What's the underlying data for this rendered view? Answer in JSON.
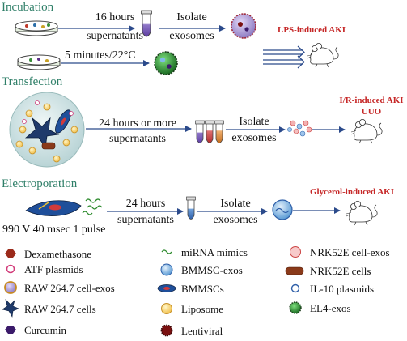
{
  "sections": {
    "incubation": "Incubation",
    "transfection": "Transfection",
    "electroporation": "Electroporation"
  },
  "incubation": {
    "step1_top": "16 hours",
    "step1_bottom": "supernatants",
    "step2_top": "Isolate",
    "step2_bottom": "exosomes",
    "step3": "5 minutes/22°C",
    "model": "LPS-induced AKI"
  },
  "transfection": {
    "step1_top": "24 hours or more",
    "step1_bottom": "supernatants",
    "step2_top": "Isolate",
    "step2_bottom": "exosomes",
    "model_1": "I/R-induced AKI",
    "model_2": "UUO"
  },
  "electroporation": {
    "step1_top": "24 hours",
    "step1_bottom": "supernatants",
    "step2_top": "Isolate",
    "step2_bottom": "exosomes",
    "condition": "990 V 40 msec 1 pulse",
    "model": "Glycerol-induced AKI"
  },
  "legend": [
    {
      "label": "Dexamethasone",
      "icon": "dexamethasone-icon"
    },
    {
      "label": "ATF plasmids",
      "icon": "atf-plasmid-icon"
    },
    {
      "label": "RAW 264.7 cell-exos",
      "icon": "raw-exos-icon"
    },
    {
      "label": "RAW 264.7 cells",
      "icon": "raw-cell-icon"
    },
    {
      "label": "Curcumin",
      "icon": "curcumin-icon"
    },
    {
      "label": "miRNA mimics",
      "icon": "mirna-icon"
    },
    {
      "label": "BMMSC-exos",
      "icon": "bmmsc-exos-icon"
    },
    {
      "label": "BMMSCs",
      "icon": "bmmsc-cell-icon"
    },
    {
      "label": "Liposome",
      "icon": "liposome-icon"
    },
    {
      "label": "Lentiviral",
      "icon": "lentiviral-icon"
    },
    {
      "label": "NRK52E cell-exos",
      "icon": "nrk52e-exos-icon"
    },
    {
      "label": "NRK52E cells",
      "icon": "nrk52e-cell-icon"
    },
    {
      "label": "IL-10 plasmids",
      "icon": "il10-plasmid-icon"
    },
    {
      "label": "EL4-exos",
      "icon": "el4-exos-icon"
    }
  ],
  "colors": {
    "section_title": "#2f7f68",
    "model_label": "#c62828",
    "arrow": "#2b4a8b"
  }
}
